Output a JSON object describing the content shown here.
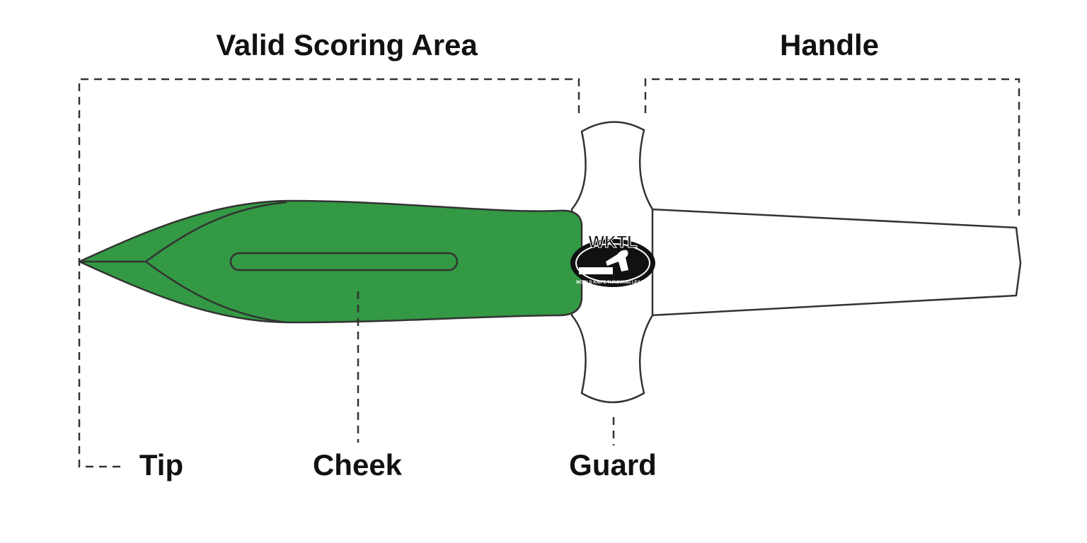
{
  "labels": {
    "valid_scoring_area": "Valid Scoring Area",
    "handle": "Handle",
    "tip": "Tip",
    "cheek": "Cheek",
    "guard": "Guard"
  },
  "logo": {
    "text": "WKTL",
    "subtext": "WORLD KNIFE THROWING LEAGUE"
  },
  "colors": {
    "scoring_area": "#339944",
    "outline": "#333333",
    "background": "#ffffff"
  }
}
